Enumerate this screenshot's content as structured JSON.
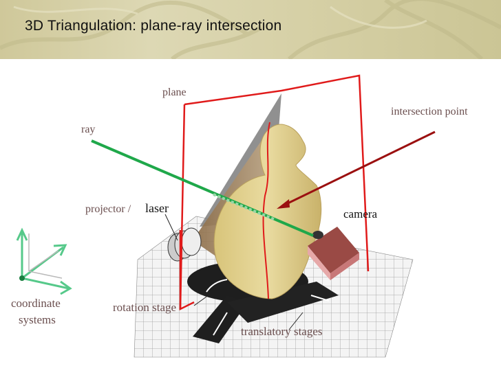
{
  "header": {
    "title": "3D Triangulation: plane-ray intersection"
  },
  "labels": {
    "plane": "plane",
    "ray": "ray",
    "intersection_point": "intersection point",
    "projector": "projector /",
    "laser": "laser",
    "camera": "camera",
    "coordinate": "coordinate",
    "systems": "systems",
    "rotation_stage": "rotation stage",
    "translatory_stages": "translatory stages"
  },
  "colors": {
    "header_bg": "#d6d0a6",
    "ray": "#1fa84a",
    "plane": "#e01a1a",
    "pointer": "#9b1010",
    "label_gray": "#6b4f4f",
    "camera_box": "#9a4a45",
    "axes": "#56c98a"
  }
}
